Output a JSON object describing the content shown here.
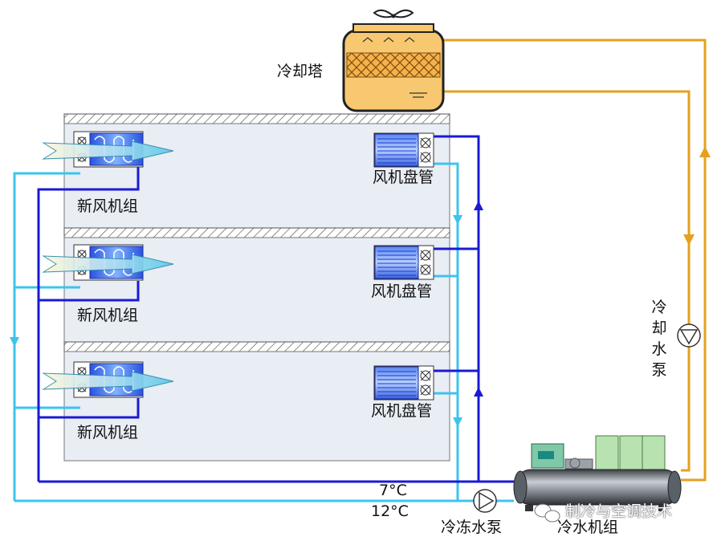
{
  "labels": {
    "cooling_tower": "冷却塔",
    "fan_coil": "风机盘管",
    "fresh_air_unit": "新风机组",
    "cooling_pump_chars": [
      "冷",
      "却",
      "水",
      "泵"
    ],
    "supply_temp": "7°C",
    "return_temp": "12°C",
    "chilled_pump": "冷冻水泵",
    "chiller": "冷水机组",
    "watermark": "制冷与空调技术"
  },
  "colors": {
    "chilled_supply": "#1a1ad6",
    "chilled_return": "#3cc4ec",
    "cooling_water": "#e6a01e",
    "floor_fill": "#e9edf4",
    "tower_fill": "#f8c870"
  }
}
